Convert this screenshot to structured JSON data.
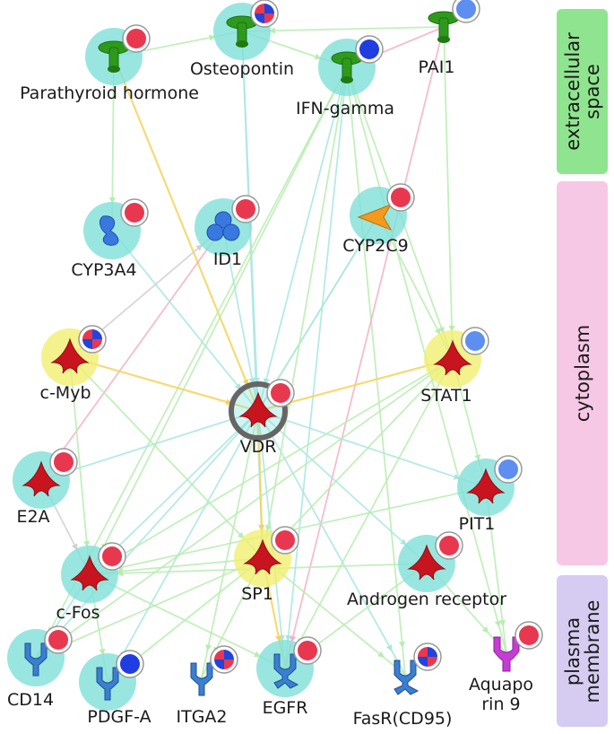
{
  "regions": [
    {
      "id": "extra",
      "label": "extracellular space",
      "color": "#8fe58f"
    },
    {
      "id": "cyto",
      "label": "cytoplasm",
      "color": "#f7c8e6"
    },
    {
      "id": "plasma",
      "label": "plasma membrane",
      "color": "#d6ccf2"
    }
  ],
  "nodes": [
    {
      "id": "pth",
      "label": "Parathyroid hormone",
      "shape": "ligand",
      "halo": "#7fe0d8",
      "marker": "red",
      "icon": "ligand-icon"
    },
    {
      "id": "opn",
      "label": "Osteopontin",
      "shape": "ligand",
      "halo": "#7fe0d8",
      "marker": "mixed",
      "icon": "ligand-icon"
    },
    {
      "id": "ifng",
      "label": "IFN-gamma",
      "shape": "ligand",
      "halo": "#7fe0d8",
      "marker": "blue",
      "icon": "ligand-icon"
    },
    {
      "id": "pai1",
      "label": "PAI1",
      "shape": "ligand",
      "halo": "none",
      "marker": "lightblue",
      "icon": "ligand-icon"
    },
    {
      "id": "cyp3a4",
      "label": "CYP3A4",
      "shape": "enzyme",
      "halo": "#7fe0d8",
      "marker": "red",
      "icon": "enzyme-icon"
    },
    {
      "id": "id1",
      "label": "ID1",
      "shape": "protein-cluster",
      "halo": "#7fe0d8",
      "marker": "red",
      "icon": "protein-cluster-icon"
    },
    {
      "id": "cyp2c9",
      "label": "CYP2C9",
      "shape": "cone",
      "halo": "#7fe0d8",
      "marker": "red",
      "icon": "enzyme-cone-icon"
    },
    {
      "id": "cmyb",
      "label": "c-Myb",
      "shape": "tf",
      "halo": "#f0ef70",
      "marker": "mixed",
      "icon": "transcription-factor-icon"
    },
    {
      "id": "vdr",
      "label": "VDR",
      "shape": "tf",
      "halo": "#888888",
      "marker": "red",
      "icon": "transcription-factor-icon"
    },
    {
      "id": "stat1",
      "label": "STAT1",
      "shape": "tf",
      "halo": "#f0ef70",
      "marker": "lightblue",
      "icon": "transcription-factor-icon"
    },
    {
      "id": "e2a",
      "label": "E2A",
      "shape": "tf",
      "halo": "#7fe0d8",
      "marker": "red",
      "icon": "transcription-factor-icon"
    },
    {
      "id": "pit1",
      "label": "PIT1",
      "shape": "tf",
      "halo": "#7fe0d8",
      "marker": "lightblue",
      "icon": "transcription-factor-icon"
    },
    {
      "id": "cfos",
      "label": "c-Fos",
      "shape": "tf",
      "halo": "#7fe0d8",
      "marker": "red",
      "icon": "transcription-factor-icon"
    },
    {
      "id": "sp1",
      "label": "SP1",
      "shape": "tf",
      "halo": "#f0ef70",
      "marker": "red",
      "icon": "transcription-factor-icon"
    },
    {
      "id": "ar",
      "label": "Androgen receptor",
      "shape": "tf",
      "halo": "#7fe0d8",
      "marker": "red",
      "icon": "transcription-factor-icon"
    },
    {
      "id": "cd14",
      "label": "CD14",
      "shape": "receptor",
      "halo": "#7fe0d8",
      "marker": "red",
      "icon": "receptor-icon"
    },
    {
      "id": "pdgfa",
      "label": "PDGF-A",
      "shape": "receptor",
      "halo": "#7fe0d8",
      "marker": "blue",
      "icon": "receptor-icon"
    },
    {
      "id": "itga2",
      "label": "ITGA2",
      "shape": "receptor",
      "halo": "none",
      "marker": "mixed",
      "icon": "receptor-icon"
    },
    {
      "id": "egfr",
      "label": "EGFR",
      "shape": "kinase-receptor",
      "halo": "#7fe0d8",
      "marker": "red",
      "icon": "receptor-kinase-icon"
    },
    {
      "id": "fasr",
      "label": "FasR(CD95)",
      "shape": "kinase-receptor",
      "halo": "none",
      "marker": "mixed",
      "icon": "receptor-kinase-icon"
    },
    {
      "id": "aqp9",
      "label": "Aquapo rin 9",
      "label_lines": [
        "Aquapo",
        "rin 9"
      ],
      "shape": "channel",
      "halo": "none",
      "marker": "red",
      "icon": "channel-icon"
    }
  ],
  "edges": [
    {
      "from": "pth",
      "to": "vdr",
      "color": "#f5d35a"
    },
    {
      "from": "pth",
      "to": "cyp3a4",
      "color": "#b8ecb0"
    },
    {
      "from": "pth",
      "to": "opn",
      "color": "#b8ecb0"
    },
    {
      "from": "opn",
      "to": "ifng",
      "color": "#b8ecb0"
    },
    {
      "from": "pai1",
      "to": "opn",
      "color": "#b8ecb0"
    },
    {
      "from": "pai1",
      "to": "ifng",
      "color": "#f4b0c4"
    },
    {
      "from": "opn",
      "to": "vdr",
      "color": "#a8e6e0"
    },
    {
      "from": "opn",
      "to": "sp1",
      "color": "#a8e6e0"
    },
    {
      "from": "ifng",
      "to": "vdr",
      "color": "#a8e6e0"
    },
    {
      "from": "ifng",
      "to": "stat1",
      "color": "#b8ecb0"
    },
    {
      "from": "ifng",
      "to": "cfos",
      "color": "#b8ecb0"
    },
    {
      "from": "ifng",
      "to": "egfr",
      "color": "#a8e6e0"
    },
    {
      "from": "ifng",
      "to": "fasr",
      "color": "#b8ecb0"
    },
    {
      "from": "ifng",
      "to": "aqp9",
      "color": "#b8ecb0"
    },
    {
      "from": "ifng",
      "to": "cd14",
      "color": "#b8ecb0"
    },
    {
      "from": "pai1",
      "to": "egfr",
      "color": "#f4b0c4"
    },
    {
      "from": "pai1",
      "to": "stat1",
      "color": "#b8ecb0"
    },
    {
      "from": "id1",
      "to": "vdr",
      "color": "#a8e6e0"
    },
    {
      "from": "id1",
      "to": "e2a",
      "color": "#f4b0c4"
    },
    {
      "from": "cyp2c9",
      "to": "vdr",
      "color": "#b8ecb0"
    },
    {
      "from": "cyp2c9",
      "to": "stat1",
      "color": "#b8ecb0"
    },
    {
      "from": "cyp3a4",
      "to": "vdr",
      "color": "#a8e6e0"
    },
    {
      "from": "cmyb",
      "to": "vdr",
      "color": "#f5d35a"
    },
    {
      "from": "stat1",
      "to": "vdr",
      "color": "#f5d35a"
    },
    {
      "from": "vdr",
      "to": "sp1",
      "color": "#f5d35a"
    },
    {
      "from": "vdr",
      "to": "e2a",
      "color": "#a8e6e0"
    },
    {
      "from": "vdr",
      "to": "cfos",
      "color": "#a8e6e0"
    },
    {
      "from": "vdr",
      "to": "pit1",
      "color": "#a8e6e0"
    },
    {
      "from": "vdr",
      "to": "ar",
      "color": "#a8e6e0"
    },
    {
      "from": "vdr",
      "to": "cd14",
      "color": "#a8e6e0"
    },
    {
      "from": "vdr",
      "to": "egfr",
      "color": "#a8e6e0"
    },
    {
      "from": "vdr",
      "to": "fasr",
      "color": "#a8e6e0"
    },
    {
      "from": "vdr",
      "to": "pdgfa",
      "color": "#a8e6e0"
    },
    {
      "from": "vdr",
      "to": "itga2",
      "color": "#b8ecb0"
    },
    {
      "from": "vdr",
      "to": "cyp2c9",
      "color": "#a8e6e0"
    },
    {
      "from": "stat1",
      "to": "cfos",
      "color": "#b8ecb0"
    },
    {
      "from": "stat1",
      "to": "cd14",
      "color": "#b8ecb0"
    },
    {
      "from": "stat1",
      "to": "egfr",
      "color": "#b8ecb0"
    },
    {
      "from": "stat1",
      "to": "sp1",
      "color": "#b8ecb0"
    },
    {
      "from": "cmyb",
      "to": "cfos",
      "color": "#b8ecb0"
    },
    {
      "from": "cmyb",
      "to": "sp1",
      "color": "#b8ecb0"
    },
    {
      "from": "e2a",
      "to": "cfos",
      "color": "#d0d0d0"
    },
    {
      "from": "sp1",
      "to": "cfos",
      "color": "#b8ecb0"
    },
    {
      "from": "sp1",
      "to": "egfr",
      "color": "#f5d35a"
    },
    {
      "from": "sp1",
      "to": "cd14",
      "color": "#b8ecb0"
    },
    {
      "from": "sp1",
      "to": "pdgfa",
      "color": "#b8ecb0"
    },
    {
      "from": "sp1",
      "to": "itga2",
      "color": "#b8ecb0"
    },
    {
      "from": "sp1",
      "to": "fasr",
      "color": "#b8ecb0"
    },
    {
      "from": "ar",
      "to": "cfos",
      "color": "#b8ecb0"
    },
    {
      "from": "ar",
      "to": "egfr",
      "color": "#b8ecb0"
    },
    {
      "from": "ar",
      "to": "aqp9",
      "color": "#b8ecb0"
    },
    {
      "from": "pit1",
      "to": "cfos",
      "color": "#b8ecb0"
    },
    {
      "from": "pit1",
      "to": "aqp9",
      "color": "#b8ecb0"
    },
    {
      "from": "cfos",
      "to": "cd14",
      "color": "#a8e6e0"
    },
    {
      "from": "cfos",
      "to": "pdgfa",
      "color": "#b8ecb0"
    },
    {
      "from": "cfos",
      "to": "egfr",
      "color": "#b8ecb0"
    },
    {
      "from": "stat1",
      "to": "pit1",
      "color": "#b8ecb0"
    },
    {
      "from": "cmyb",
      "to": "id1",
      "color": "#d0d0d0"
    },
    {
      "from": "ifng",
      "to": "sp1",
      "color": "#b8ecb0"
    }
  ],
  "marker_colors": {
    "red": "#e8384f",
    "blue": "#1f3de0",
    "lightblue": "#5d8ef0",
    "mixed_red": "#e8384f",
    "mixed_blue": "#2244dd",
    "ring": "#999999"
  }
}
